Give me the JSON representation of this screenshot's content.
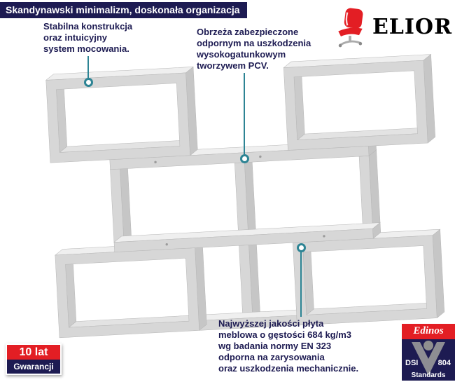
{
  "banner": {
    "title": "Skandynawski minimalizm, doskonała organizacja"
  },
  "logo": {
    "brand": "ELIOR",
    "icon": "red-office-chair"
  },
  "annotations": {
    "stability": {
      "text": "Stabilna konstrukcja\noraz intuicyjny\nsystem mocowania."
    },
    "edges": {
      "text": "Obrzeża zabezpieczone\nodpornym na uszkodzenia\nwysokogatunkowym\ntworzywem PCV."
    },
    "board": {
      "text": "Najwyższej jakości płyta\nmeblowa o gęstości 684 kg/m3\nwg badania normy EN 323\nodporna na zarysowania\noraz uszkodzenia mechanicznie."
    }
  },
  "warranty_badge": {
    "line1": "10 lat",
    "line2": "Gwarancji"
  },
  "brand_badge": {
    "name": "Edinos",
    "dsi": "DSI",
    "number": "804",
    "standards": "Standards"
  },
  "colors": {
    "navy": "#1d1b52",
    "red": "#e31e24",
    "teal": "#2d8494",
    "shelf_front": "#d7d7d7",
    "shelf_top": "#efefef"
  }
}
